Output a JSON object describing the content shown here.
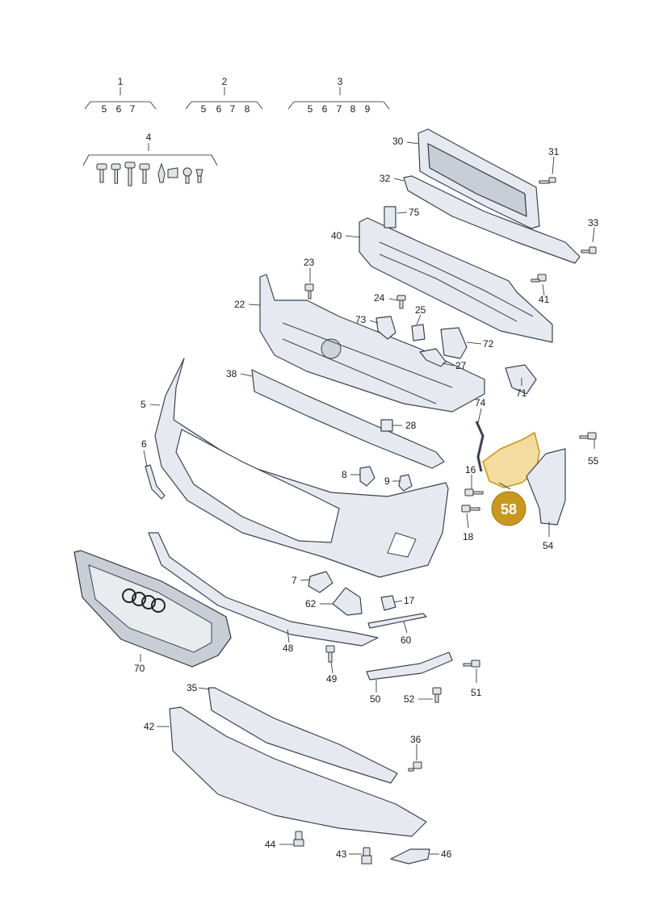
{
  "highlight": {
    "label": "58",
    "color": "#c8981e"
  },
  "groups": [
    {
      "id": "1",
      "members": [
        "5",
        "6",
        "7"
      ]
    },
    {
      "id": "2",
      "members": [
        "5",
        "6",
        "7",
        "8"
      ]
    },
    {
      "id": "3",
      "members": [
        "5",
        "6",
        "7",
        "8",
        "9"
      ]
    },
    {
      "id": "4",
      "members": []
    }
  ],
  "callouts": [
    "30",
    "31",
    "32",
    "75",
    "33",
    "40",
    "41",
    "23",
    "22",
    "24",
    "25",
    "73",
    "72",
    "27",
    "38",
    "71",
    "74",
    "5",
    "28",
    "55",
    "6",
    "16",
    "8",
    "9",
    "18",
    "54",
    "7",
    "17",
    "62",
    "60",
    "48",
    "49",
    "70",
    "51",
    "50",
    "52",
    "35",
    "36",
    "42",
    "44",
    "43",
    "46"
  ]
}
